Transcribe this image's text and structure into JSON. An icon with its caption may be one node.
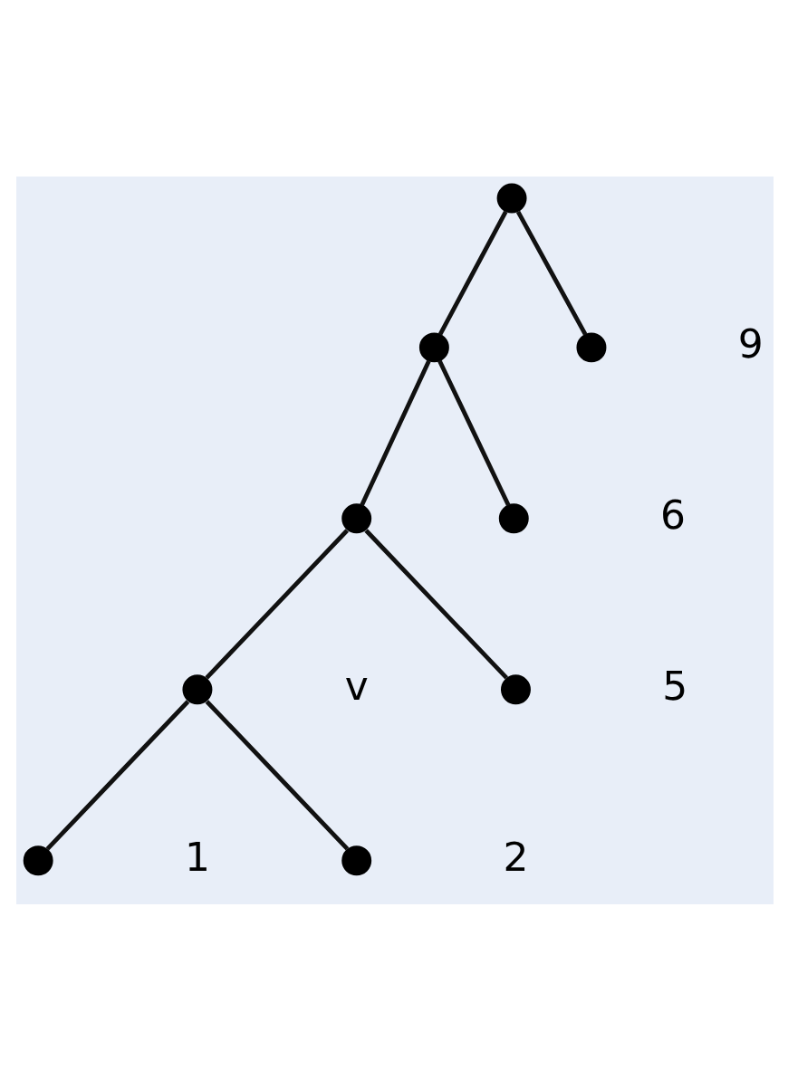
{
  "diagram": {
    "nodes": [
      {
        "text": [],
        "shape": "circle"
      },
      {
        "text": [],
        "shape": "circle"
      },
      {
        "text": [],
        "shape": "circle",
        "beside": [
          "9"
        ]
      },
      {
        "text": [],
        "shape": "circle"
      },
      {
        "text": [],
        "shape": "circle",
        "beside": [
          "6"
        ]
      },
      {
        "text": [],
        "shape": "circle",
        "beside": [
          "v"
        ]
      },
      {
        "text": [],
        "shape": "circle",
        "beside": [
          "5"
        ]
      },
      {
        "text": [],
        "shape": "circle",
        "beside": [
          "1"
        ]
      },
      {
        "text": [],
        "shape": "circle",
        "beside": [
          "2"
        ]
      }
    ],
    "edges": [
      {
        "from": 0,
        "to": 1,
        "arrow": "none"
      },
      {
        "from": 0,
        "to": 2,
        "arrow": "none"
      },
      {
        "from": 1,
        "to": 3,
        "arrow": "none"
      },
      {
        "from": 1,
        "to": 4,
        "arrow": "none"
      },
      {
        "from": 3,
        "to": 5,
        "arrow": "none"
      },
      {
        "from": 3,
        "to": 6,
        "arrow": "none"
      },
      {
        "from": 5,
        "to": 7,
        "arrow": "none"
      },
      {
        "from": 5,
        "to": 8,
        "arrow": "none"
      }
    ]
  }
}
